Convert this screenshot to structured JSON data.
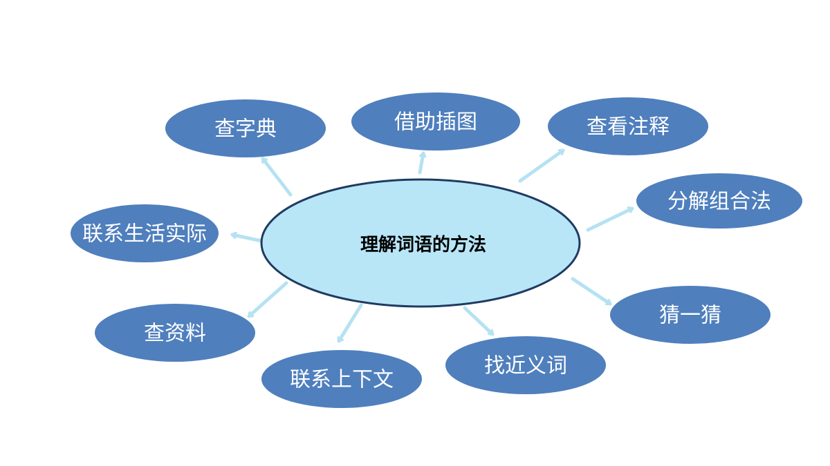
{
  "center": {
    "label": "理解词语的方法",
    "fill": "#b8e6f7",
    "stroke": "#1f3b62",
    "text_color": "#000000"
  },
  "colors": {
    "node_fill": "#4f7fbd",
    "node_text": "#ffffff",
    "arrow": "#b5e2f2"
  },
  "methods": [
    {
      "id": "cha-zidian",
      "label": "查字典"
    },
    {
      "id": "jiezhu-chatu",
      "label": "借助插图"
    },
    {
      "id": "chakan-zhushi",
      "label": "查看注释"
    },
    {
      "id": "fenjie-zuhe",
      "label": "分解组合法"
    },
    {
      "id": "cai-yi-cai",
      "label": "猜一猜"
    },
    {
      "id": "zhao-jinyici",
      "label": "找近义词"
    },
    {
      "id": "lianxi-shangxiawen",
      "label": "联系上下文"
    },
    {
      "id": "cha-ziliao",
      "label": "查资料"
    },
    {
      "id": "lianxi-shenghuo",
      "label": "联系生活实际"
    }
  ]
}
